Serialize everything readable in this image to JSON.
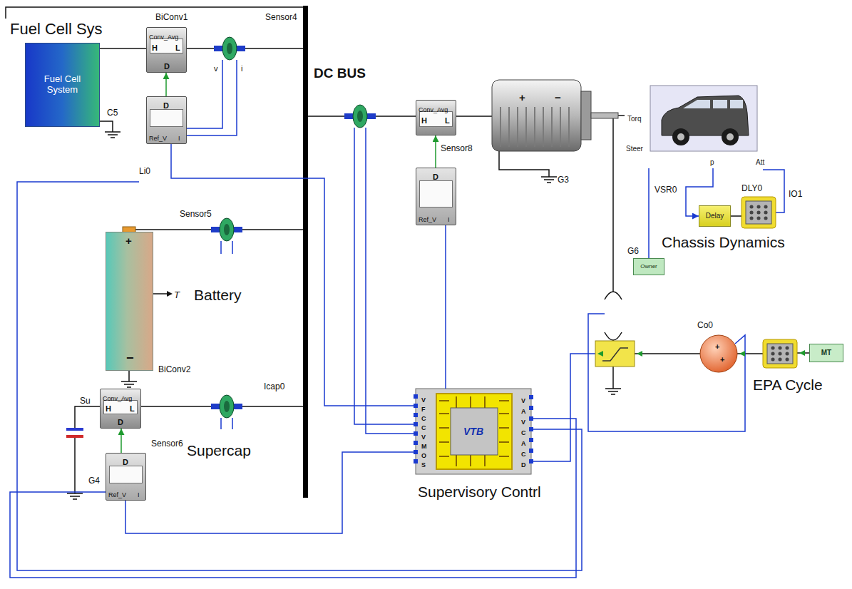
{
  "diagram": {
    "nodes": [
      {
        "text": [
          "Fuel Cell System"
        ]
      },
      {
        "text": [
          "Conv_Avg",
          "H",
          "L",
          "D"
        ]
      },
      {
        "text": [
          "D",
          "Ref_V",
          "I"
        ]
      },
      {
        "text": [
          "+",
          "−"
        ]
      },
      {
        "text": [
          "Conv_Avg",
          "H",
          "L"
        ]
      },
      {
        "text": [
          "D",
          "Ref_V",
          "I"
        ]
      },
      {
        "text": [
          "Conv_Avg",
          "H",
          "L",
          "D"
        ]
      },
      {
        "text": [
          "D",
          "Ref_V",
          "I"
        ]
      },
      {
        "text": [
          "Torq",
          "Steer",
          "p",
          "Att"
        ]
      },
      {
        "text": [
          "Delay"
        ]
      },
      {
        "text": [
          "Owner"
        ]
      },
      {
        "text": [
          "VTB"
        ]
      },
      {
        "text": [
          "MT"
        ]
      }
    ],
    "edges": [
      {
        "from": 0,
        "to": 1,
        "arrow": "none"
      },
      {
        "from": 2,
        "to": 1,
        "arrow": "to"
      },
      {
        "from": 5,
        "to": 4,
        "arrow": "to"
      },
      {
        "from": 7,
        "to": 6,
        "arrow": "to"
      },
      {
        "from": 11,
        "to": 2,
        "arrow": "none"
      },
      {
        "from": 11,
        "to": 5,
        "arrow": "none"
      },
      {
        "from": 11,
        "to": 7,
        "arrow": "none"
      },
      {
        "from": 8,
        "to": 9,
        "arrow": "to"
      },
      {
        "from": 10,
        "to": 8,
        "arrow": "none"
      }
    ],
    "labels": [
      "Fuel Cell Sys",
      "BiConv1",
      "Sensor4",
      "C5",
      "v",
      "i",
      "Li0",
      "DC BUS",
      "Sensor5",
      "T",
      "Battery",
      "BiConv2",
      "Icap0",
      "Su",
      "Sensor6",
      "G4",
      "Supercap",
      "Sensor8",
      "+",
      "−",
      "G3",
      "VSR0",
      "DLY0",
      "IO1",
      "Chassis Dynamics",
      "G6",
      "V",
      "F",
      "C",
      "C",
      "V",
      "M",
      "O",
      "S",
      "V",
      "A",
      "V",
      "C",
      "A",
      "C",
      "D",
      "Supervisory Contrl",
      "Co0",
      "+",
      "+",
      "EPA Cycle"
    ]
  }
}
